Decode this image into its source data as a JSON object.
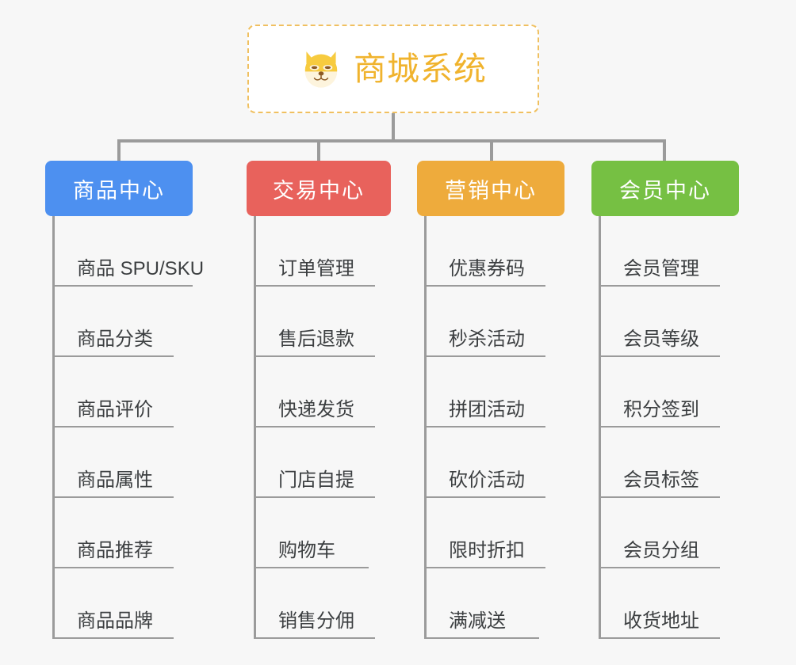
{
  "page": {
    "background_color": "#f7f7f7",
    "line_color": "#9b9b9b",
    "text_color": "#3c3f41"
  },
  "root": {
    "title": "商城系统",
    "icon": "shiba-dog-face-icon",
    "accent_color": "#f0b32d",
    "border_color": "#f0c060",
    "background_color": "#ffffff"
  },
  "branches": [
    {
      "label": "商品中心",
      "color": "#4d90f0",
      "items": [
        "商品 SPU/SKU",
        "商品分类",
        "商品评价",
        "商品属性",
        "商品推荐",
        "商品品牌"
      ]
    },
    {
      "label": "交易中心",
      "color": "#e8625c",
      "items": [
        "订单管理",
        "售后退款",
        "快递发货",
        "门店自提",
        "购物车",
        "销售分佣"
      ]
    },
    {
      "label": "营销中心",
      "color": "#eeab3c",
      "items": [
        "优惠券码",
        "秒杀活动",
        "拼团活动",
        "砍价活动",
        "限时折扣",
        "满减送"
      ]
    },
    {
      "label": "会员中心",
      "color": "#76c043",
      "items": [
        "会员管理",
        "会员等级",
        "积分签到",
        "会员标签",
        "会员分组",
        "收货地址"
      ]
    }
  ]
}
